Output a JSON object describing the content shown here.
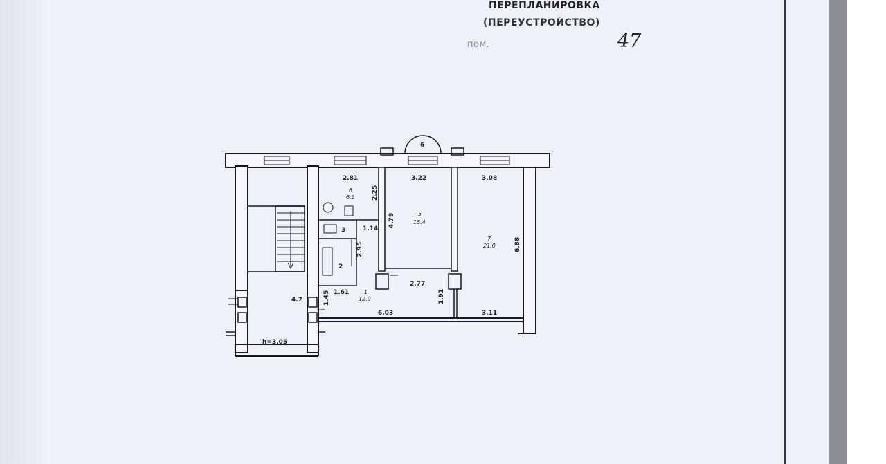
{
  "stamp": {
    "title": "ПЕРЕПЛАНИРОВКА",
    "subtitle": "(ПЕРЕУСТРОЙСТВО)",
    "faint_line": "пом.",
    "handwritten_number": "47"
  },
  "plan": {
    "height_label": "h=3.05",
    "rooms": [
      {
        "number": "6",
        "area": "6.3"
      },
      {
        "number": "5",
        "area": "15.4"
      },
      {
        "number": "7",
        "area": "21.0"
      },
      {
        "number": "3",
        "area": ""
      },
      {
        "number": "2",
        "area": ""
      },
      {
        "number": "1",
        "area": "12.9"
      }
    ],
    "balcony_number": "6",
    "dimensions": [
      "2.81",
      "3.22",
      "3.08",
      "2.25",
      "4.79",
      "6.88",
      "1.14",
      "2.95",
      "2.77",
      "1.61",
      "1.91",
      "1.45",
      "4.7",
      "6.03",
      "3.11"
    ]
  }
}
